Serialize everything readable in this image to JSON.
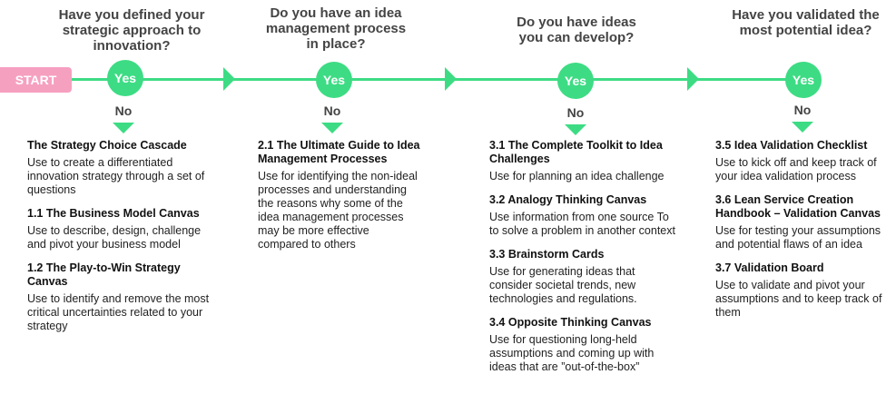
{
  "start_label": "START",
  "yes_label": "Yes",
  "no_label": "No",
  "columns": [
    {
      "question": "Have you defined your strategic approach to innovation?",
      "items": [
        {
          "title": "The Strategy Choice Cascade",
          "desc": "Use to create a differentiated innovation strategy through a set of questions"
        },
        {
          "title": "1.1 The Business Model Canvas",
          "desc": "Use to describe, design, challenge and pivot your business model"
        },
        {
          "title": "1.2 The Play-to-Win Strategy Canvas",
          "desc": "Use to identify and remove the most critical uncertainties related to your strategy"
        }
      ]
    },
    {
      "question": "Do you have an idea management process in place?",
      "items": [
        {
          "title": "2.1 The Ultimate Guide to Idea Management Processes",
          "desc": "Use for identifying the non-ideal processes and understanding the reasons why some of the idea management processes may be more effective compared to others"
        }
      ]
    },
    {
      "question": "Do you have ideas you can develop?",
      "items": [
        {
          "title": "3.1 The Complete Toolkit to Idea Challenges",
          "desc": "Use for planning an idea challenge"
        },
        {
          "title": "3.2 Analogy Thinking Canvas",
          "desc": "Use information from one source To to solve a problem in another context"
        },
        {
          "title": "3.3 Brainstorm Cards",
          "desc": "Use for generating ideas that consider societal trends, new technologies and regulations."
        },
        {
          "title": "3.4 Opposite Thinking Canvas",
          "desc": "Use for questioning long-held assumptions and coming up with ideas that are ”out-of-the-box”"
        }
      ]
    },
    {
      "question": "Have you validated the most potential idea?",
      "items": [
        {
          "title": "3.5 Idea Validation Checklist",
          "desc": "Use to kick off and keep track of your idea validation process"
        },
        {
          "title": "3.6 Lean Service Creation Handbook – Validation Canvas",
          "desc": "Use for testing your assumptions and potential flaws of an idea"
        },
        {
          "title": "3.7 Validation Board",
          "desc": "Use to validate and pivot your assumptions and to keep track of them"
        }
      ]
    }
  ],
  "colors": {
    "accent": "#3ddc84",
    "start": "#f6a0c0",
    "text": "#222222",
    "question": "#444444"
  }
}
